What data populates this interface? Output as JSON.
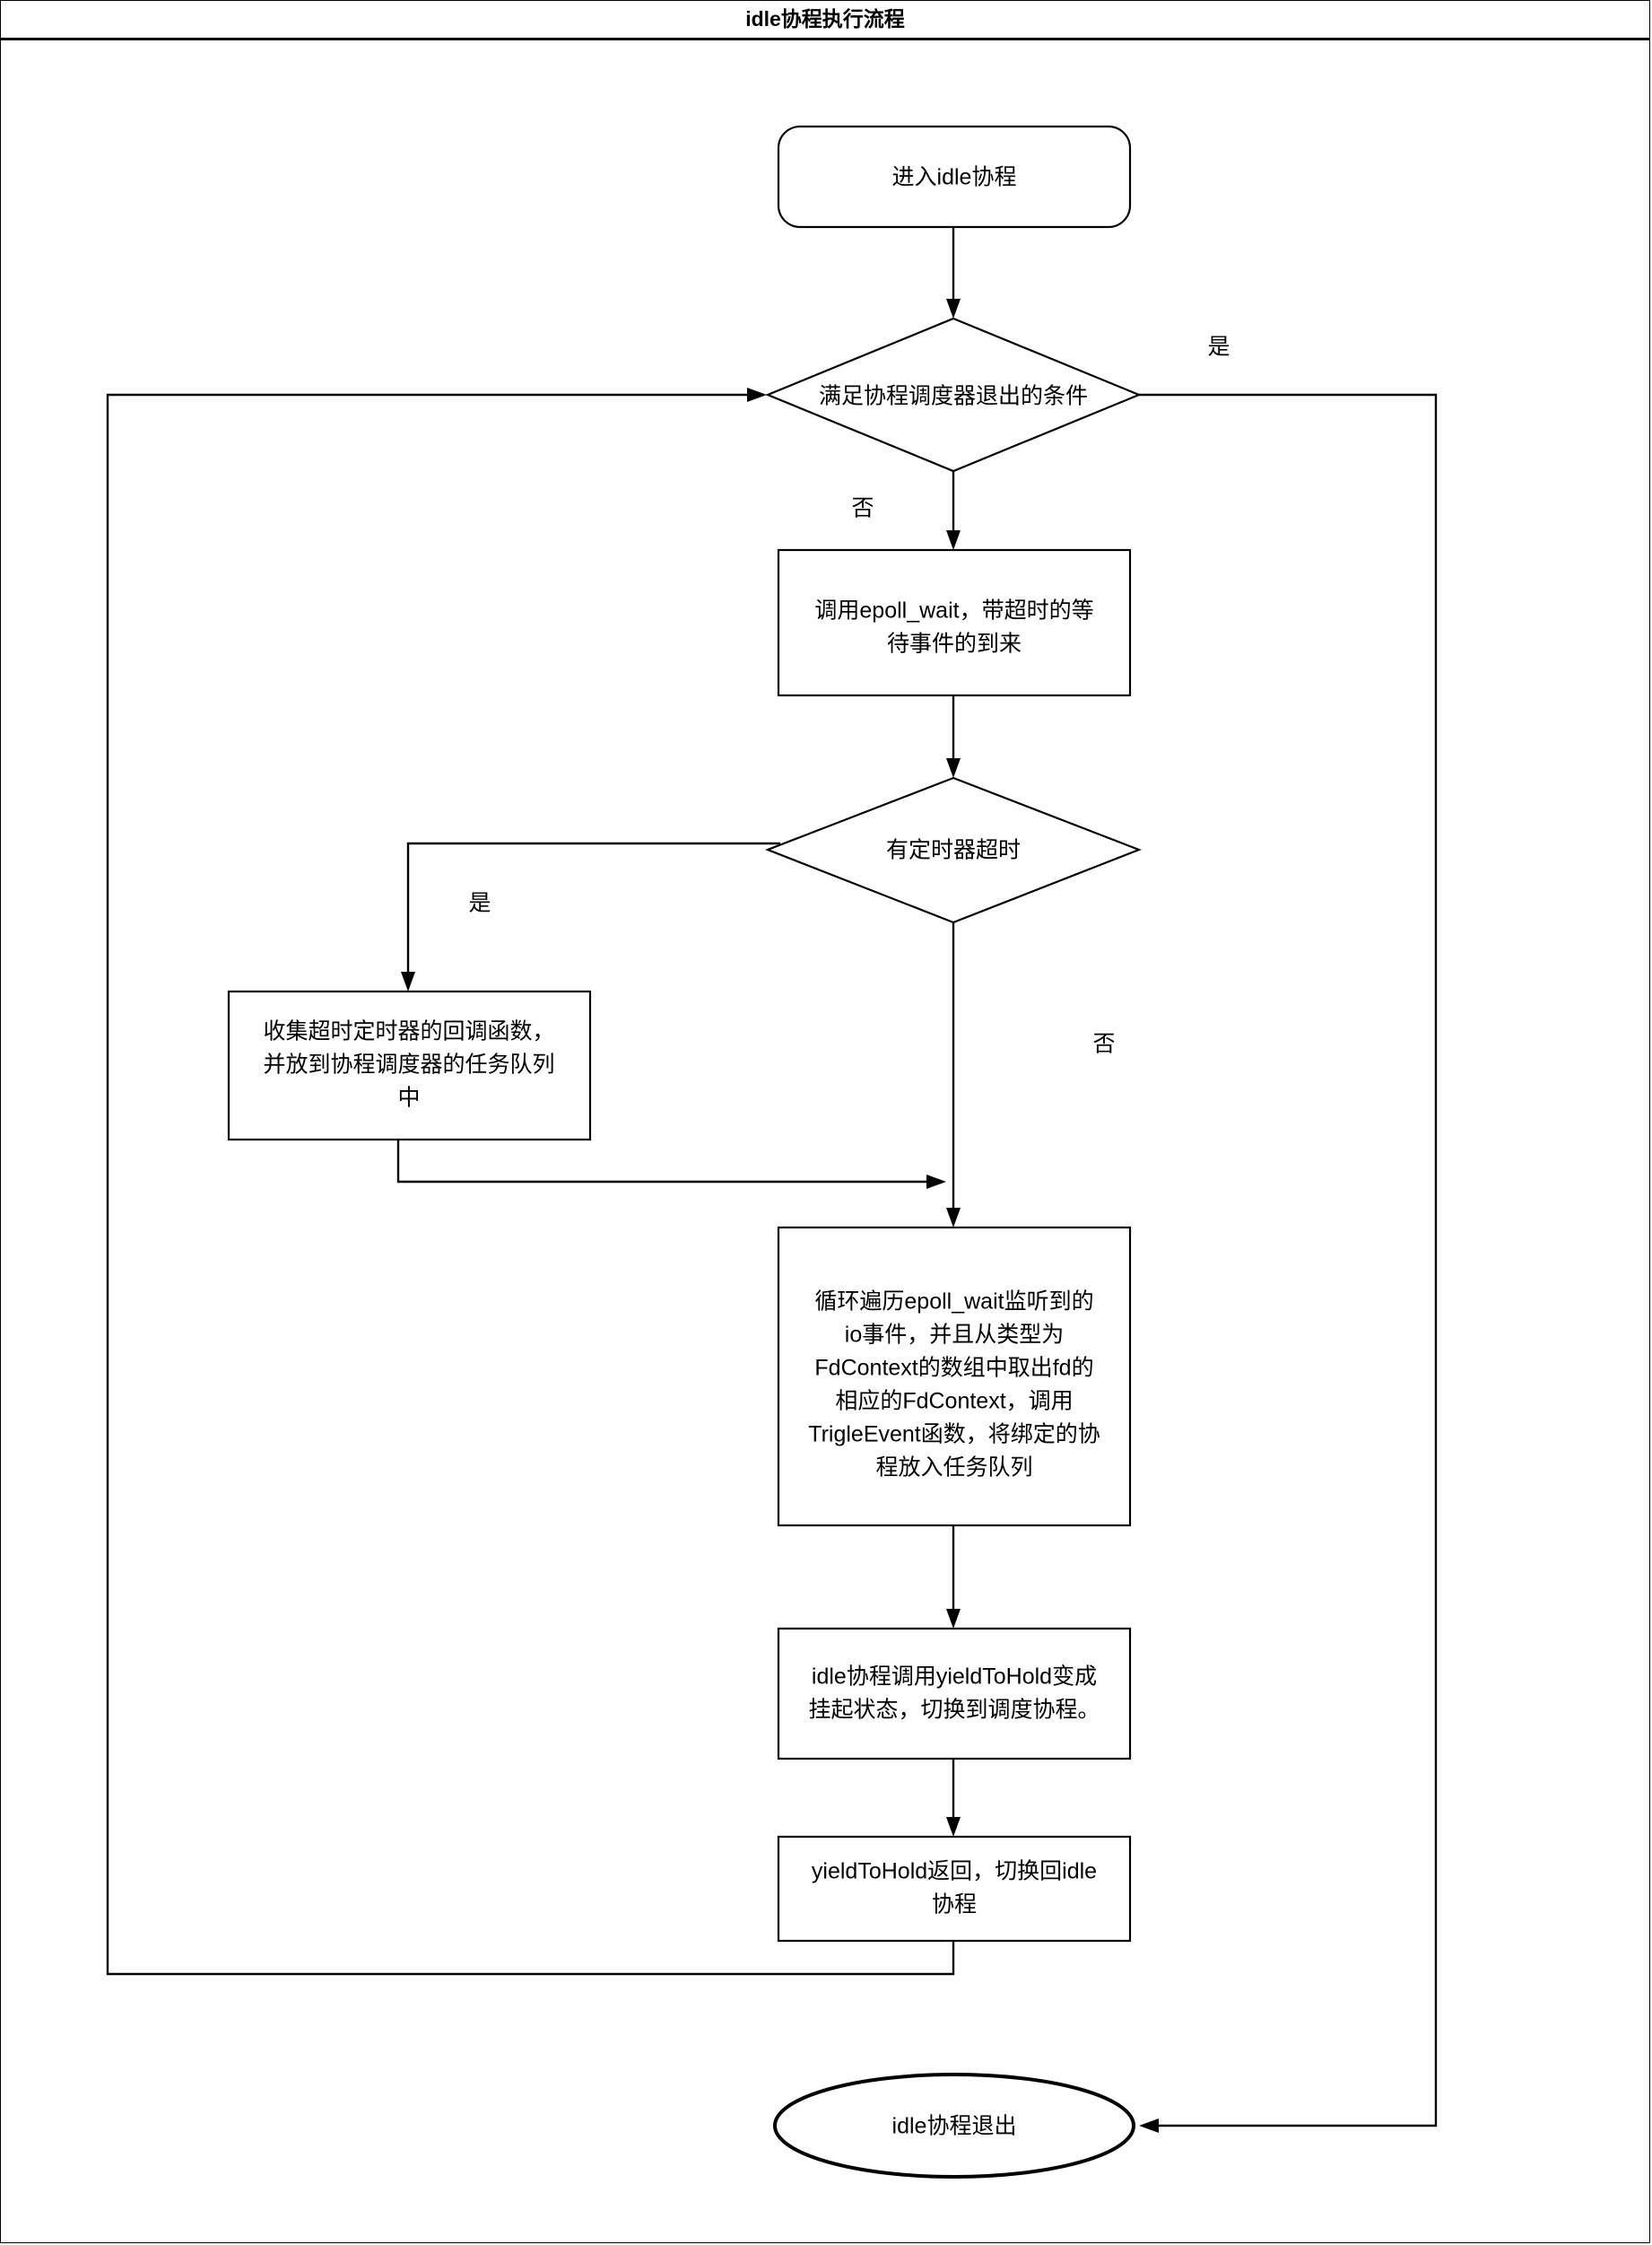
{
  "diagram": {
    "title": "idle协程执行流程",
    "nodes": {
      "start": {
        "label": "进入idle协程",
        "shape": "rounded-rectangle"
      },
      "decision_exit": {
        "label": "满足协程调度器退出的条件",
        "shape": "diamond"
      },
      "epoll_wait": {
        "label_lines": [
          "调用epoll_wait，带超时的等",
          "待事件的到来"
        ],
        "shape": "rectangle"
      },
      "decision_timer": {
        "label": "有定时器超时",
        "shape": "diamond"
      },
      "collect_timers": {
        "label_lines": [
          "收集超时定时器的回调函数，",
          "并放到协程调度器的任务队列",
          "中"
        ],
        "shape": "rectangle"
      },
      "iterate_events": {
        "label_lines": [
          "循环遍历epoll_wait监听到的",
          "io事件，并且从类型为",
          "FdContext的数组中取出fd的",
          "相应的FdContext，调用",
          "TrigleEvent函数，将绑定的协",
          "程放入任务队列"
        ],
        "shape": "rectangle"
      },
      "yield_to_hold": {
        "label_lines": [
          "idle协程调用yieldToHold变成",
          "挂起状态，切换到调度协程。"
        ],
        "shape": "rectangle"
      },
      "yield_return": {
        "label_lines": [
          "yieldToHold返回，切换回idle",
          "协程"
        ],
        "shape": "rectangle"
      },
      "end": {
        "label": "idle协程退出",
        "shape": "ellipse"
      }
    },
    "edge_labels": {
      "exit_yes": "是",
      "exit_no": "否",
      "timer_yes": "是",
      "timer_no": "否"
    },
    "colors": {
      "stroke": "#000000",
      "fill": "#ffffff",
      "text": "#000000"
    }
  }
}
